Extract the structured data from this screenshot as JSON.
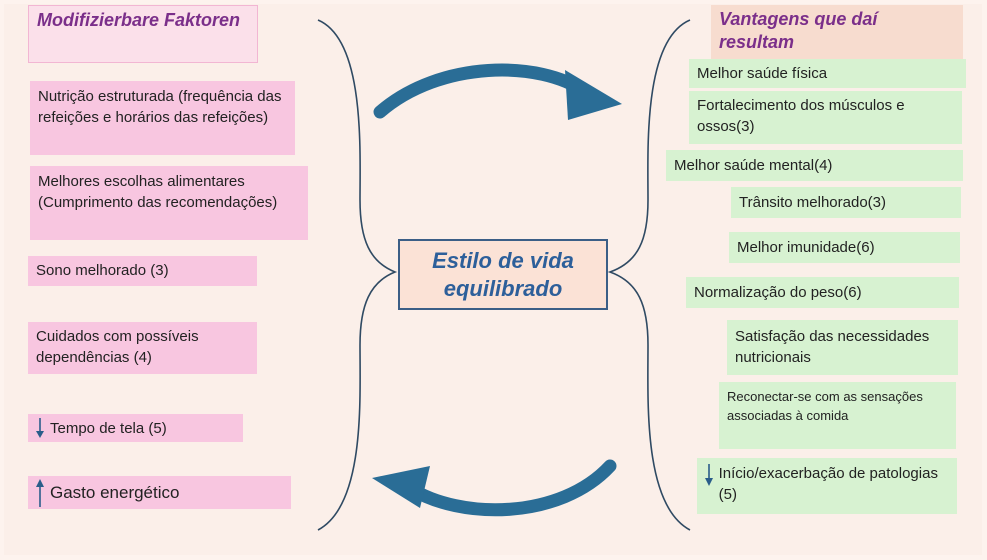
{
  "left_header": "Modifizierbare Faktoren",
  "right_header": "Vantagens que daí resultam",
  "center_label": "Estilo de vida equilibrado",
  "left_items": [
    "Nutrição estruturada (frequência das refeições e horários das refeições)",
    "Melhores escolhas alimentares (Cumprimento das recomendações)",
    "Sono melhorado (3)",
    "Cuidados com possíveis dependências (4)",
    "Tempo de tela (5)",
    "Gasto energético"
  ],
  "right_items": [
    "Melhor saúde física",
    "Fortalecimento dos músculos e ossos(3)",
    "Melhor saúde mental(4)",
    "Trânsito melhorado(3)",
    "Melhor imunidade(6)",
    "Normalização do peso(6)",
    "Satisfação das necessidades nutricionais",
    "Reconectar-se com as sensações associadas à comida",
    "Início/exacerbação de patologias (5)"
  ],
  "icons": {
    "down": "arrow-down-icon",
    "up": "arrow-up-icon",
    "cycle_top": "curved-arrow-right-icon",
    "cycle_bottom": "curved-arrow-left-icon"
  },
  "colors": {
    "pink_box": "#f8c6e0",
    "green_box": "#d7f2d1",
    "header_text": "#7b2f8a",
    "center_text": "#2d5f9a",
    "arrow": "#2a6d96"
  }
}
